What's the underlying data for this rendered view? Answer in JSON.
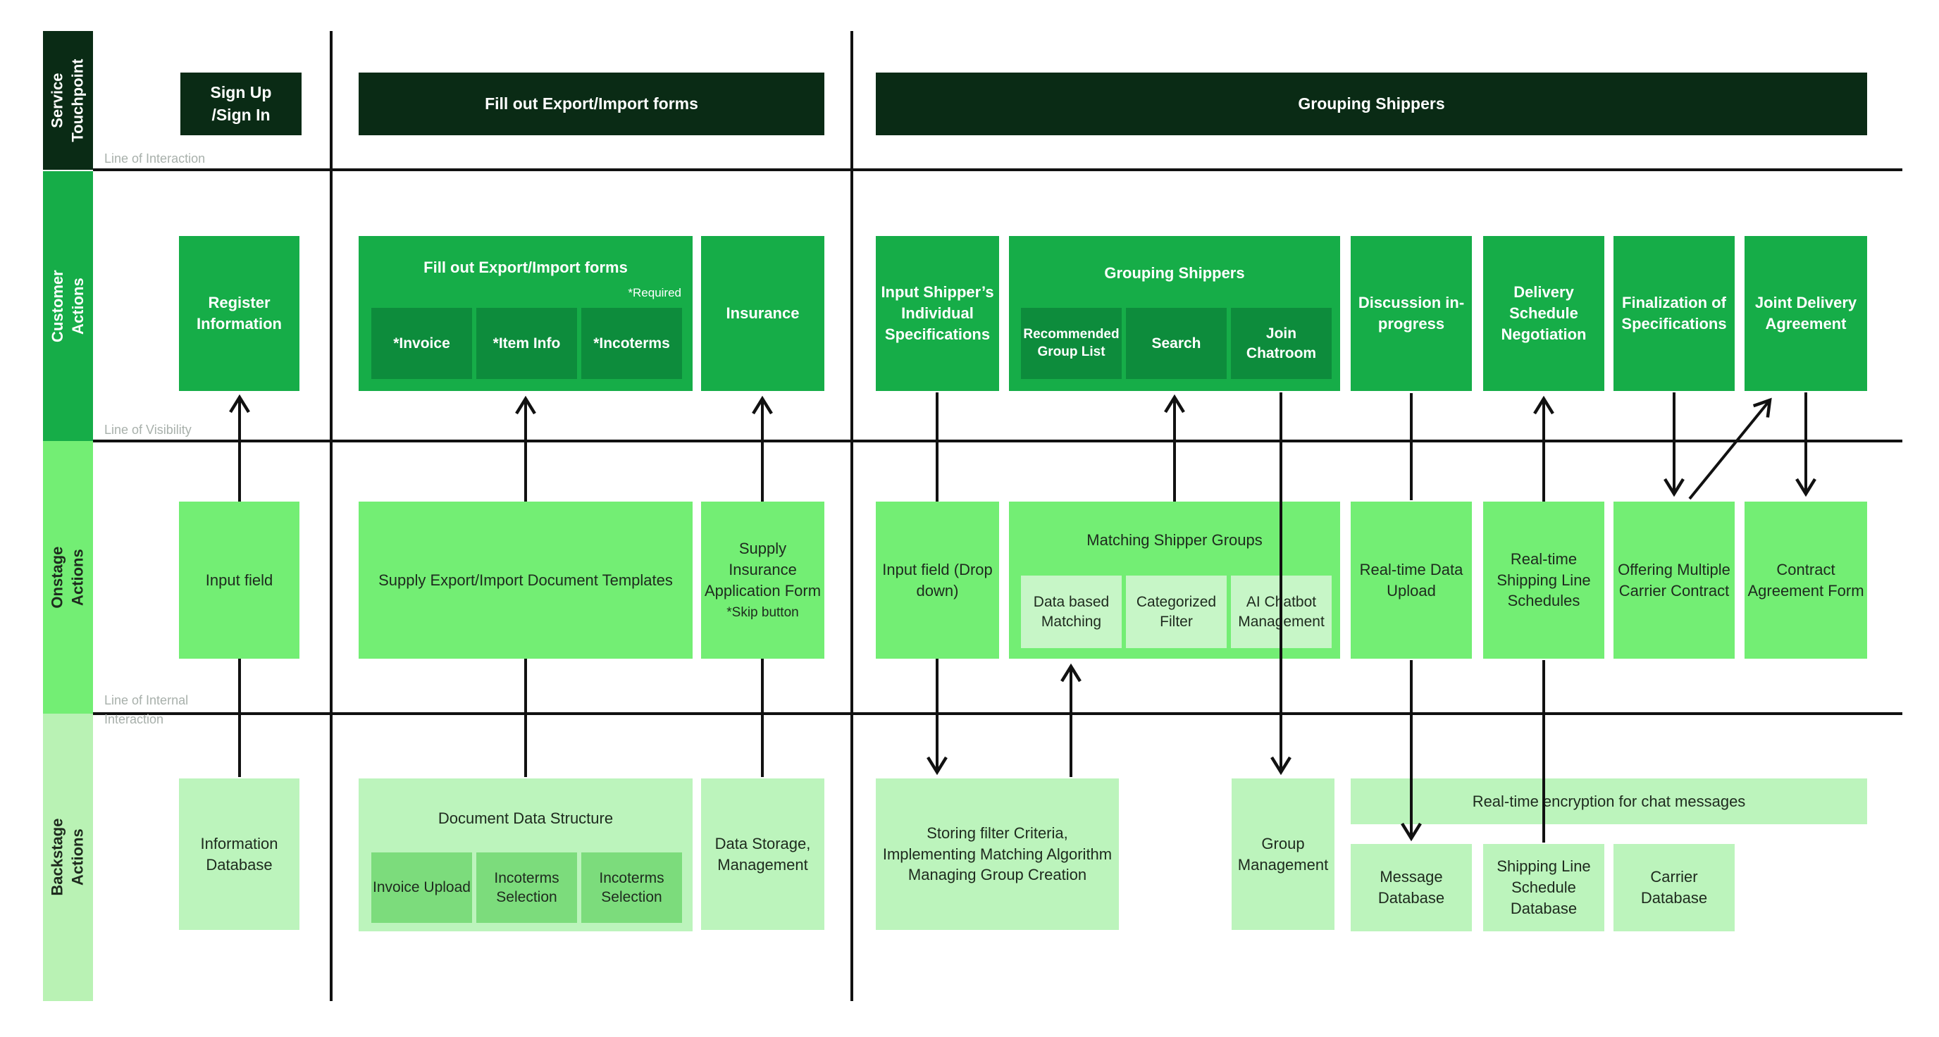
{
  "diagram": {
    "lanes": [
      {
        "label": "Service\nTouchpoint"
      },
      {
        "label": "Customer\nActions"
      },
      {
        "label": "Onstage\nActions"
      },
      {
        "label": "Backstage\nActions"
      }
    ],
    "separator_labels": {
      "interaction": "Line of Interaction",
      "visibility": "Line of Visibility",
      "internal": "Line of Internal\nInteraction"
    },
    "touchpoints": {
      "signup": "Sign Up\n/Sign In",
      "forms": "Fill out Export/Import forms",
      "grouping": "Grouping Shippers"
    },
    "customer": {
      "register": "Register Information",
      "forms": {
        "title": "Fill out Export/Import forms",
        "required_note": "*Required",
        "items": [
          "*Invoice",
          "*Item Info",
          "*Incoterms"
        ]
      },
      "insurance": "Insurance",
      "input_spec": "Input Shipper’s Individual Specifications",
      "grouping": {
        "title": "Grouping Shippers",
        "items": [
          "Recommended Group List",
          "Search",
          "Join Chatroom"
        ]
      },
      "discussion": "Discussion in-progress",
      "delivery": "Delivery Schedule Negotiation",
      "finalization": "Finalization of Specifications",
      "joint": "Joint Delivery Agreement"
    },
    "onstage": {
      "input_field": "Input field",
      "templates": "Supply Export/Import Document Templates",
      "insurance_form": "Supply Insurance Application Form",
      "insurance_note": "*Skip button",
      "input_dropdown": "Input field (Drop down)",
      "matching": {
        "title": "Matching Shipper Groups",
        "items": [
          "Data based Matching",
          "Categorized Filter",
          "AI Chatbot Management"
        ]
      },
      "rt_upload": "Real-time Data Upload",
      "rt_schedules": "Real-time Shipping Line Schedules",
      "offering": "Offering Multiple Carrier Contract",
      "contract": "Contract Agreement Form"
    },
    "backstage": {
      "info_db": "Information Database",
      "doc_structure": {
        "title": "Document Data Structure",
        "items": [
          "Invoice Upload",
          "Incoterms Selection",
          "Incoterms Selection"
        ]
      },
      "storage": "Data Storage,\nManagement",
      "storing": "Storing filter Criteria,\nImplementing Matching Algorithm\nManaging Group Creation",
      "group_mgmt": "Group Management",
      "encryption": "Real-time encryption for chat messages",
      "message_db": "Message Database",
      "shipping_db": "Shipping Line Schedule Database",
      "carrier_db": "Carrier Database"
    },
    "colors": {
      "dark_green": "#0a2b15",
      "customer_green": "#16ad48",
      "customer_sub_green": "#0d8c3c",
      "onstage_green": "#73ee74",
      "onstage_sub_green": "#c7f6c7",
      "backstage_green": "#bcf4bc",
      "backstage_sub_green": "#7cdc7c",
      "connector_black": "#111111",
      "label_gray": "#a8b0ab"
    }
  }
}
